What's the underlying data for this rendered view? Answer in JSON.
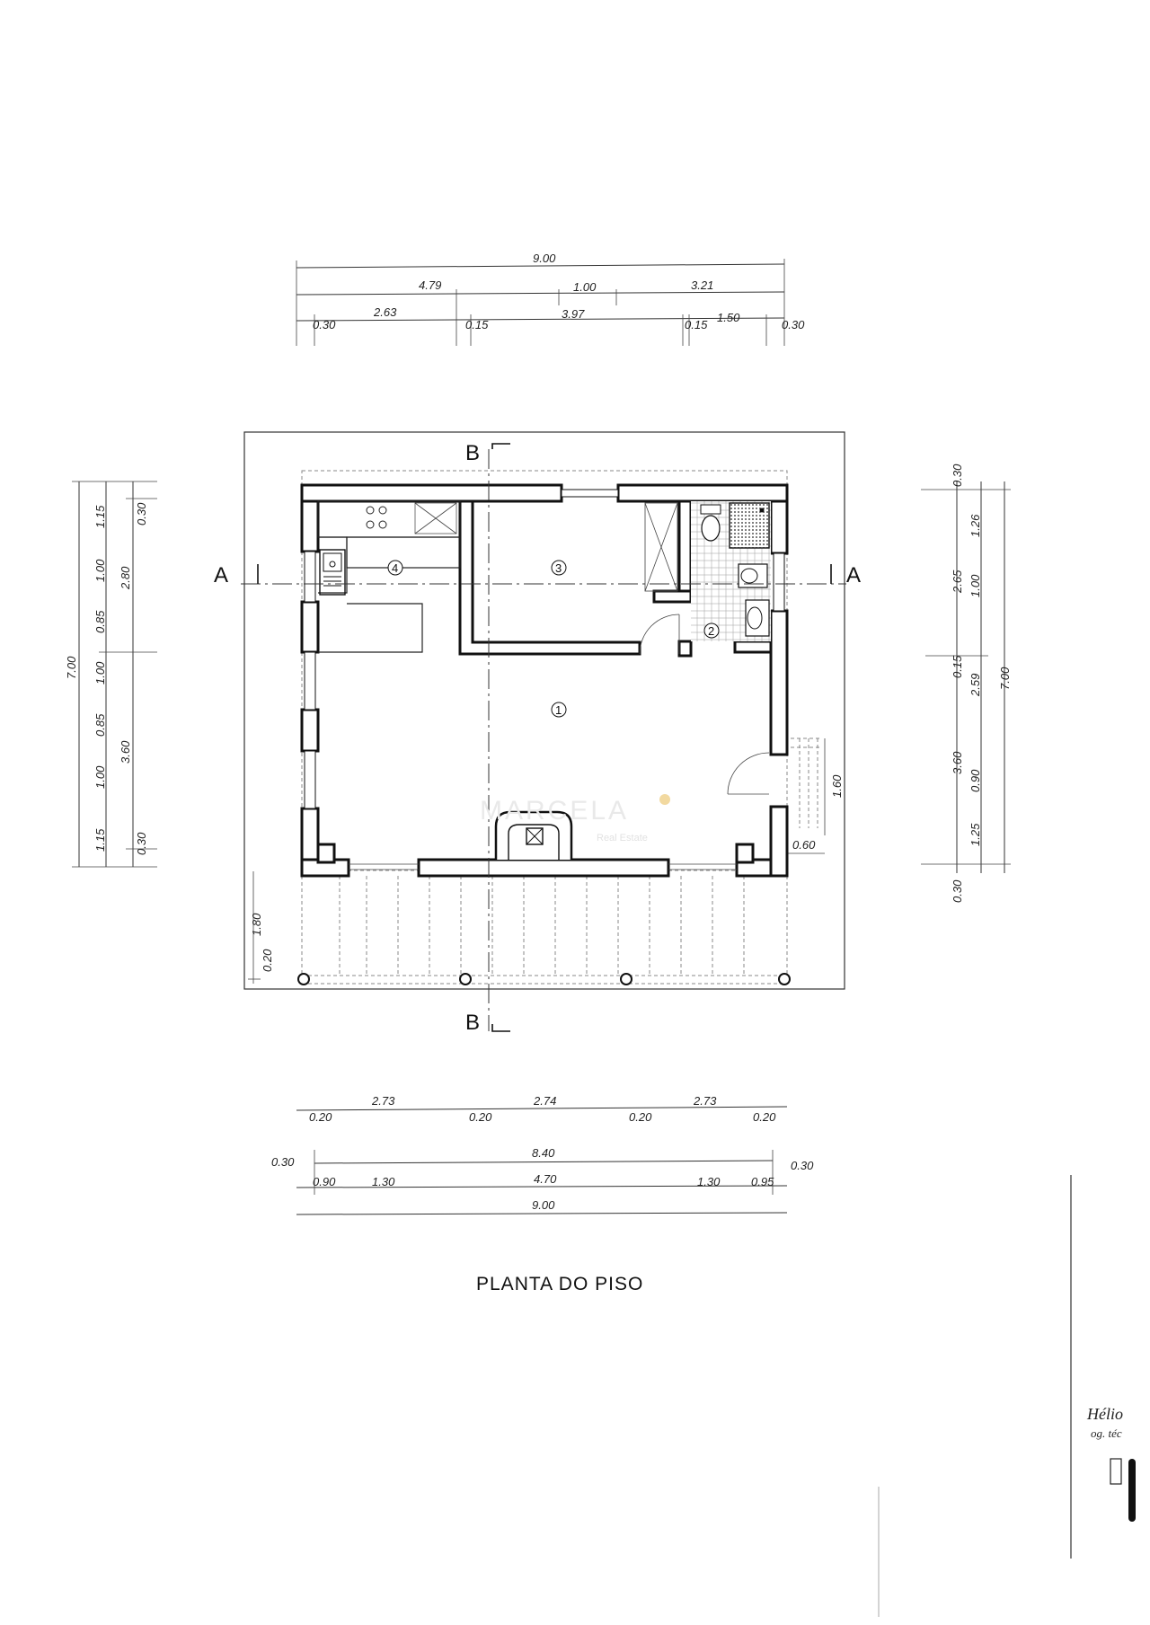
{
  "plan_title": "PLANTA DO PISO",
  "section_labels": {
    "a_left": "A",
    "a_right": "A",
    "b_top": "B",
    "b_bottom": "B"
  },
  "room_numbers": {
    "living": "1",
    "bath": "2",
    "bedroom": "3",
    "kitchen": "4"
  },
  "top_dims": {
    "overall": "9.00",
    "row2": [
      "4.79",
      "1.00",
      "3.21"
    ],
    "row3": [
      "0.30",
      "2.63",
      "0.15",
      "3.97",
      "0.15",
      "1.50",
      "0.30"
    ]
  },
  "left_dims": {
    "overall": "7.00",
    "row2": [
      "2.80",
      "3.60",
      "0.30",
      "0.30"
    ],
    "row3": [
      "1.15",
      "1.00",
      "0.85",
      "1.00",
      "0.85",
      "1.00",
      "1.15"
    ]
  },
  "right_dims": {
    "overall": "7.00",
    "row2": [
      "0.30",
      "1.26",
      "1.00",
      "0.15",
      "0.90",
      "1.25",
      "0.30"
    ],
    "row3": [
      "2.65",
      "2.59",
      "3.60"
    ]
  },
  "porch_dims": {
    "depth": "1.80",
    "post": "0.20",
    "door_side": "1.60",
    "door_offset": "0.60"
  },
  "bottom_dims": {
    "row1": [
      "0.20",
      "2.73",
      "0.20",
      "2.74",
      "0.20",
      "2.73",
      "0.20"
    ],
    "row2": [
      "0.30",
      "8.40",
      "0.30"
    ],
    "row3": [
      "0.90",
      "1.30",
      "4.70",
      "1.30",
      "0.95"
    ],
    "overall": "9.00"
  },
  "watermark": {
    "brand": "MARCELA",
    "sub": "Real Estate"
  },
  "stamp": {
    "line1": "Hélio",
    "line2": "og. téc"
  }
}
